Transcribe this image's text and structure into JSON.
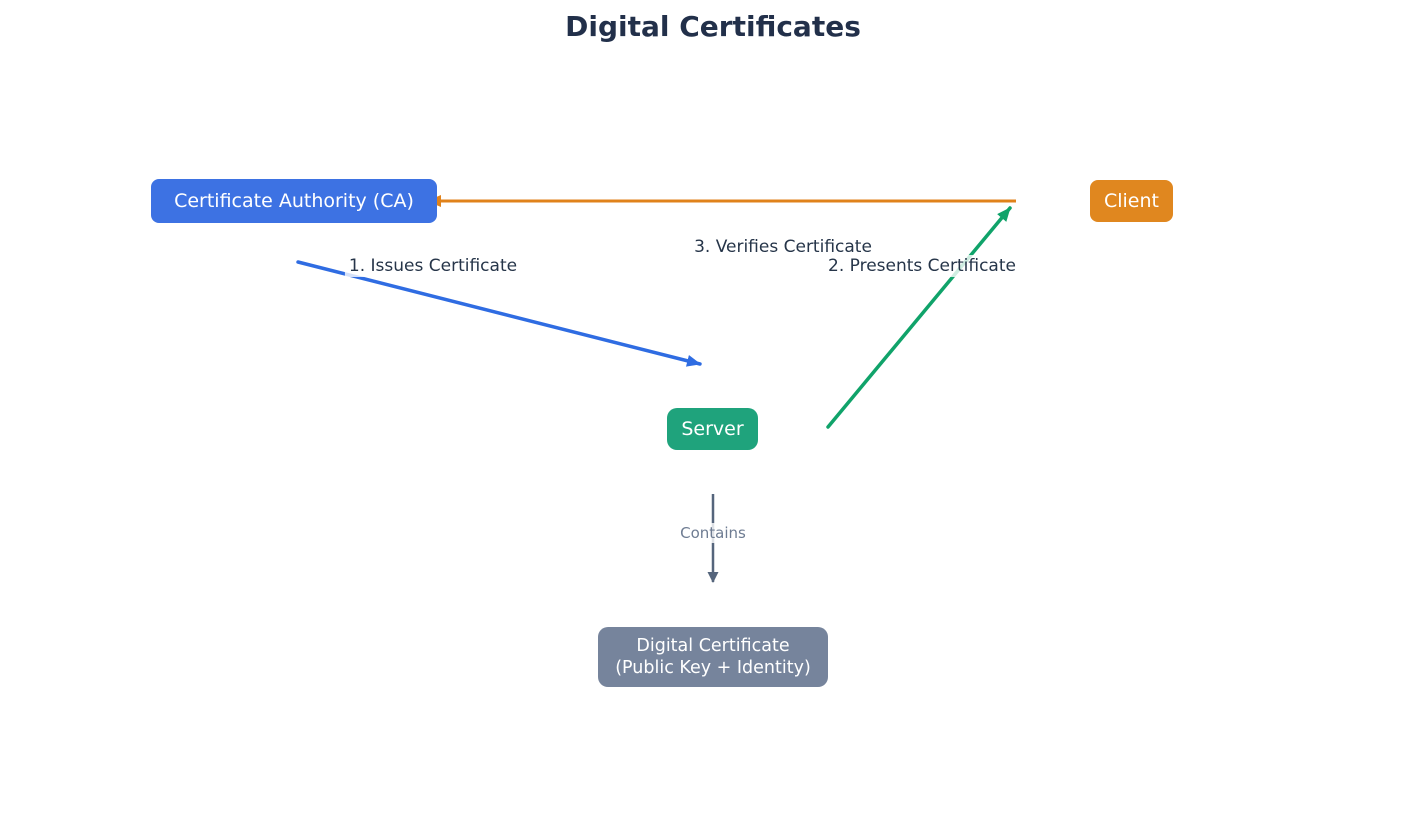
{
  "title": "Digital Certificates",
  "colors": {
    "title_text": "#22304a",
    "edge_label_text": "#263549",
    "contains_label_text": "#6e7c92",
    "node_text": "#ffffff",
    "ca_fill": "#3d72e3",
    "client_fill": "#e0871f",
    "server_fill": "#1fa37c",
    "certificate_fill": "#76849c",
    "issues_line": "#2f6ce2",
    "presents_line": "#10a36a",
    "verifies_line": "#e0821b",
    "contains_line": "#55657c"
  },
  "nodes": {
    "ca": {
      "label": "Certificate Authority (CA)"
    },
    "client": {
      "label": "Client"
    },
    "server": {
      "label": "Server"
    },
    "certificate": {
      "line1": "Digital Certificate",
      "line2": "(Public Key + Identity)"
    }
  },
  "edges": {
    "issues": {
      "label": "1. Issues Certificate"
    },
    "presents": {
      "label": "2. Presents Certificate"
    },
    "verifies": {
      "label": "3. Verifies Certificate"
    },
    "contains": {
      "label": "Contains"
    }
  }
}
